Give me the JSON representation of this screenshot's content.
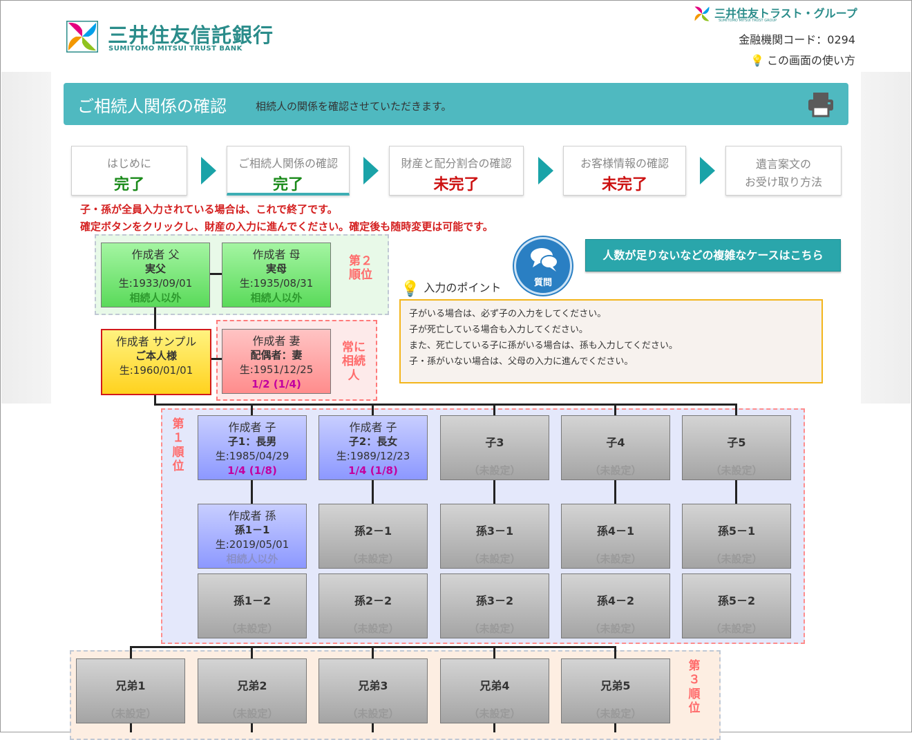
{
  "header": {
    "bank_name": "三井住友信託銀行",
    "bank_sub": "SUMITOMO MITSUI TRUST BANK",
    "group_name": "三井住友トラスト・グループ",
    "group_sub": "SUMITOMO MITSUI TRUST GROUP",
    "institution_code": "金融機関コード：0294",
    "howto": "この画面の使い方",
    "brand_color": "#2a8c8a"
  },
  "title": {
    "main": "ご相続人関係の確認",
    "sub": "相続人の関係を確認させていただきます。",
    "print_icon": "printer-icon"
  },
  "steps": [
    {
      "label": "はじめに",
      "status": "完了"
    },
    {
      "label": "ご相続人関係の確認",
      "status": "完了"
    },
    {
      "label": "財産と配分割合の確認",
      "status": "未完了"
    },
    {
      "label": "お客様情報の確認",
      "status": "未完了"
    },
    {
      "label1": "遺言案文の",
      "label2": "お受け取り方法"
    }
  ],
  "warnings": [
    "子・孫が全員入力されている場合は、これで終了です。",
    "確定ボタンをクリックし、財産の入力に進んでください。確定後も随時変更は可能です。"
  ],
  "ranks": {
    "second": [
      "第２",
      "順位"
    ],
    "always": [
      "常に",
      "相続",
      "人"
    ],
    "first": [
      "第",
      "１",
      "順",
      "位"
    ],
    "third": [
      "第",
      "３",
      "順",
      "位"
    ]
  },
  "parents": [
    {
      "l1": "作成者 父",
      "l2": "実父",
      "l3": "生:1933/09/01",
      "l4": "相続人以外"
    },
    {
      "l1": "作成者 母",
      "l2": "実母",
      "l3": "生:1935/08/31",
      "l4": "相続人以外"
    }
  ],
  "self": {
    "l1": "作成者 サンプル",
    "l2": "ご本人様",
    "l3": "生:1960/01/01"
  },
  "spouse": {
    "l1": "作成者 妻",
    "l2": "配偶者：妻",
    "l3": "生:1951/12/25",
    "l4": "1/2 (1/4)"
  },
  "children": [
    {
      "l1": "作成者 子",
      "l2": "子1：長男",
      "l3": "生:1985/04/29",
      "l4": "1/4 (1/8)"
    },
    {
      "l1": "作成者 子",
      "l2": "子2：長女",
      "l3": "生:1989/12/23",
      "l4": "1/4 (1/8)"
    },
    {
      "name": "子3",
      "sub": "（未設定）"
    },
    {
      "name": "子4",
      "sub": "（未設定）"
    },
    {
      "name": "子5",
      "sub": "（未設定）"
    }
  ],
  "grandchild_1_1": {
    "l1": "作成者 孫",
    "l2": "孫1－1",
    "l3": "生:2019/05/01",
    "l4": "相続人以外"
  },
  "grandchildren_row1": [
    {
      "name": "孫2－1",
      "sub": "（未設定）"
    },
    {
      "name": "孫3－1",
      "sub": "（未設定）"
    },
    {
      "name": "孫4－1",
      "sub": "（未設定）"
    },
    {
      "name": "孫5－1",
      "sub": "（未設定）"
    }
  ],
  "grandchildren_row2": [
    {
      "name": "孫1－2",
      "sub": "（未設定）"
    },
    {
      "name": "孫2－2",
      "sub": "（未設定）"
    },
    {
      "name": "孫3－2",
      "sub": "（未設定）"
    },
    {
      "name": "孫4－2",
      "sub": "（未設定）"
    },
    {
      "name": "孫5－2",
      "sub": "（未設定）"
    }
  ],
  "siblings": [
    {
      "name": "兄弟1",
      "sub": "（未設定）"
    },
    {
      "name": "兄弟2",
      "sub": "（未設定）"
    },
    {
      "name": "兄弟3",
      "sub": "（未設定）"
    },
    {
      "name": "兄弟4",
      "sub": "（未設定）"
    },
    {
      "name": "兄弟5",
      "sub": "（未設定）"
    }
  ],
  "help": {
    "question_label": "質問",
    "complex_case_button": "人数が足りないなどの複雑なケースはこちら",
    "point_title": "入力のポイント",
    "points": [
      "子がいる場合は、必ず子の入力をしてください。",
      "子が死亡している場合も入力してください。",
      "また、死亡している子に孫がいる場合は、孫も入力してください。",
      "子・孫がいない場合は、父母の入力に進んでください。"
    ]
  },
  "colors": {
    "accent": "#4fb9c0",
    "done": "#1a8a1a",
    "not_done": "#cc1111",
    "warning_text": "#d42020"
  }
}
